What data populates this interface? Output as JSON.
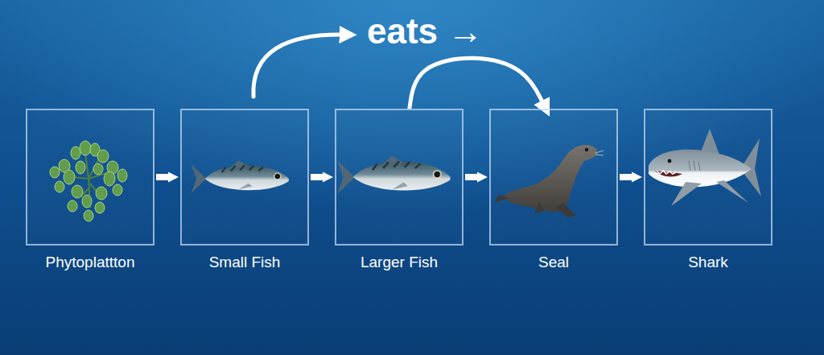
{
  "diagram": {
    "nodes": [
      {
        "text": [
          "Phytoplattton"
        ]
      },
      {
        "text": [
          "Small Fish"
        ]
      },
      {
        "text": [
          "Larger Fish"
        ]
      },
      {
        "text": [
          "Seal"
        ]
      },
      {
        "text": [
          "Shark"
        ]
      }
    ],
    "edges": [
      {
        "from": 0,
        "to": 1,
        "arrow": "to"
      },
      {
        "from": 1,
        "to": 2,
        "arrow": "to"
      },
      {
        "from": 2,
        "to": 3,
        "arrow": "to"
      },
      {
        "from": 3,
        "to": 4,
        "arrow": "to"
      },
      {
        "from": 2,
        "to": 3,
        "arrow": "to"
      }
    ],
    "labels": [
      "eats →"
    ]
  }
}
